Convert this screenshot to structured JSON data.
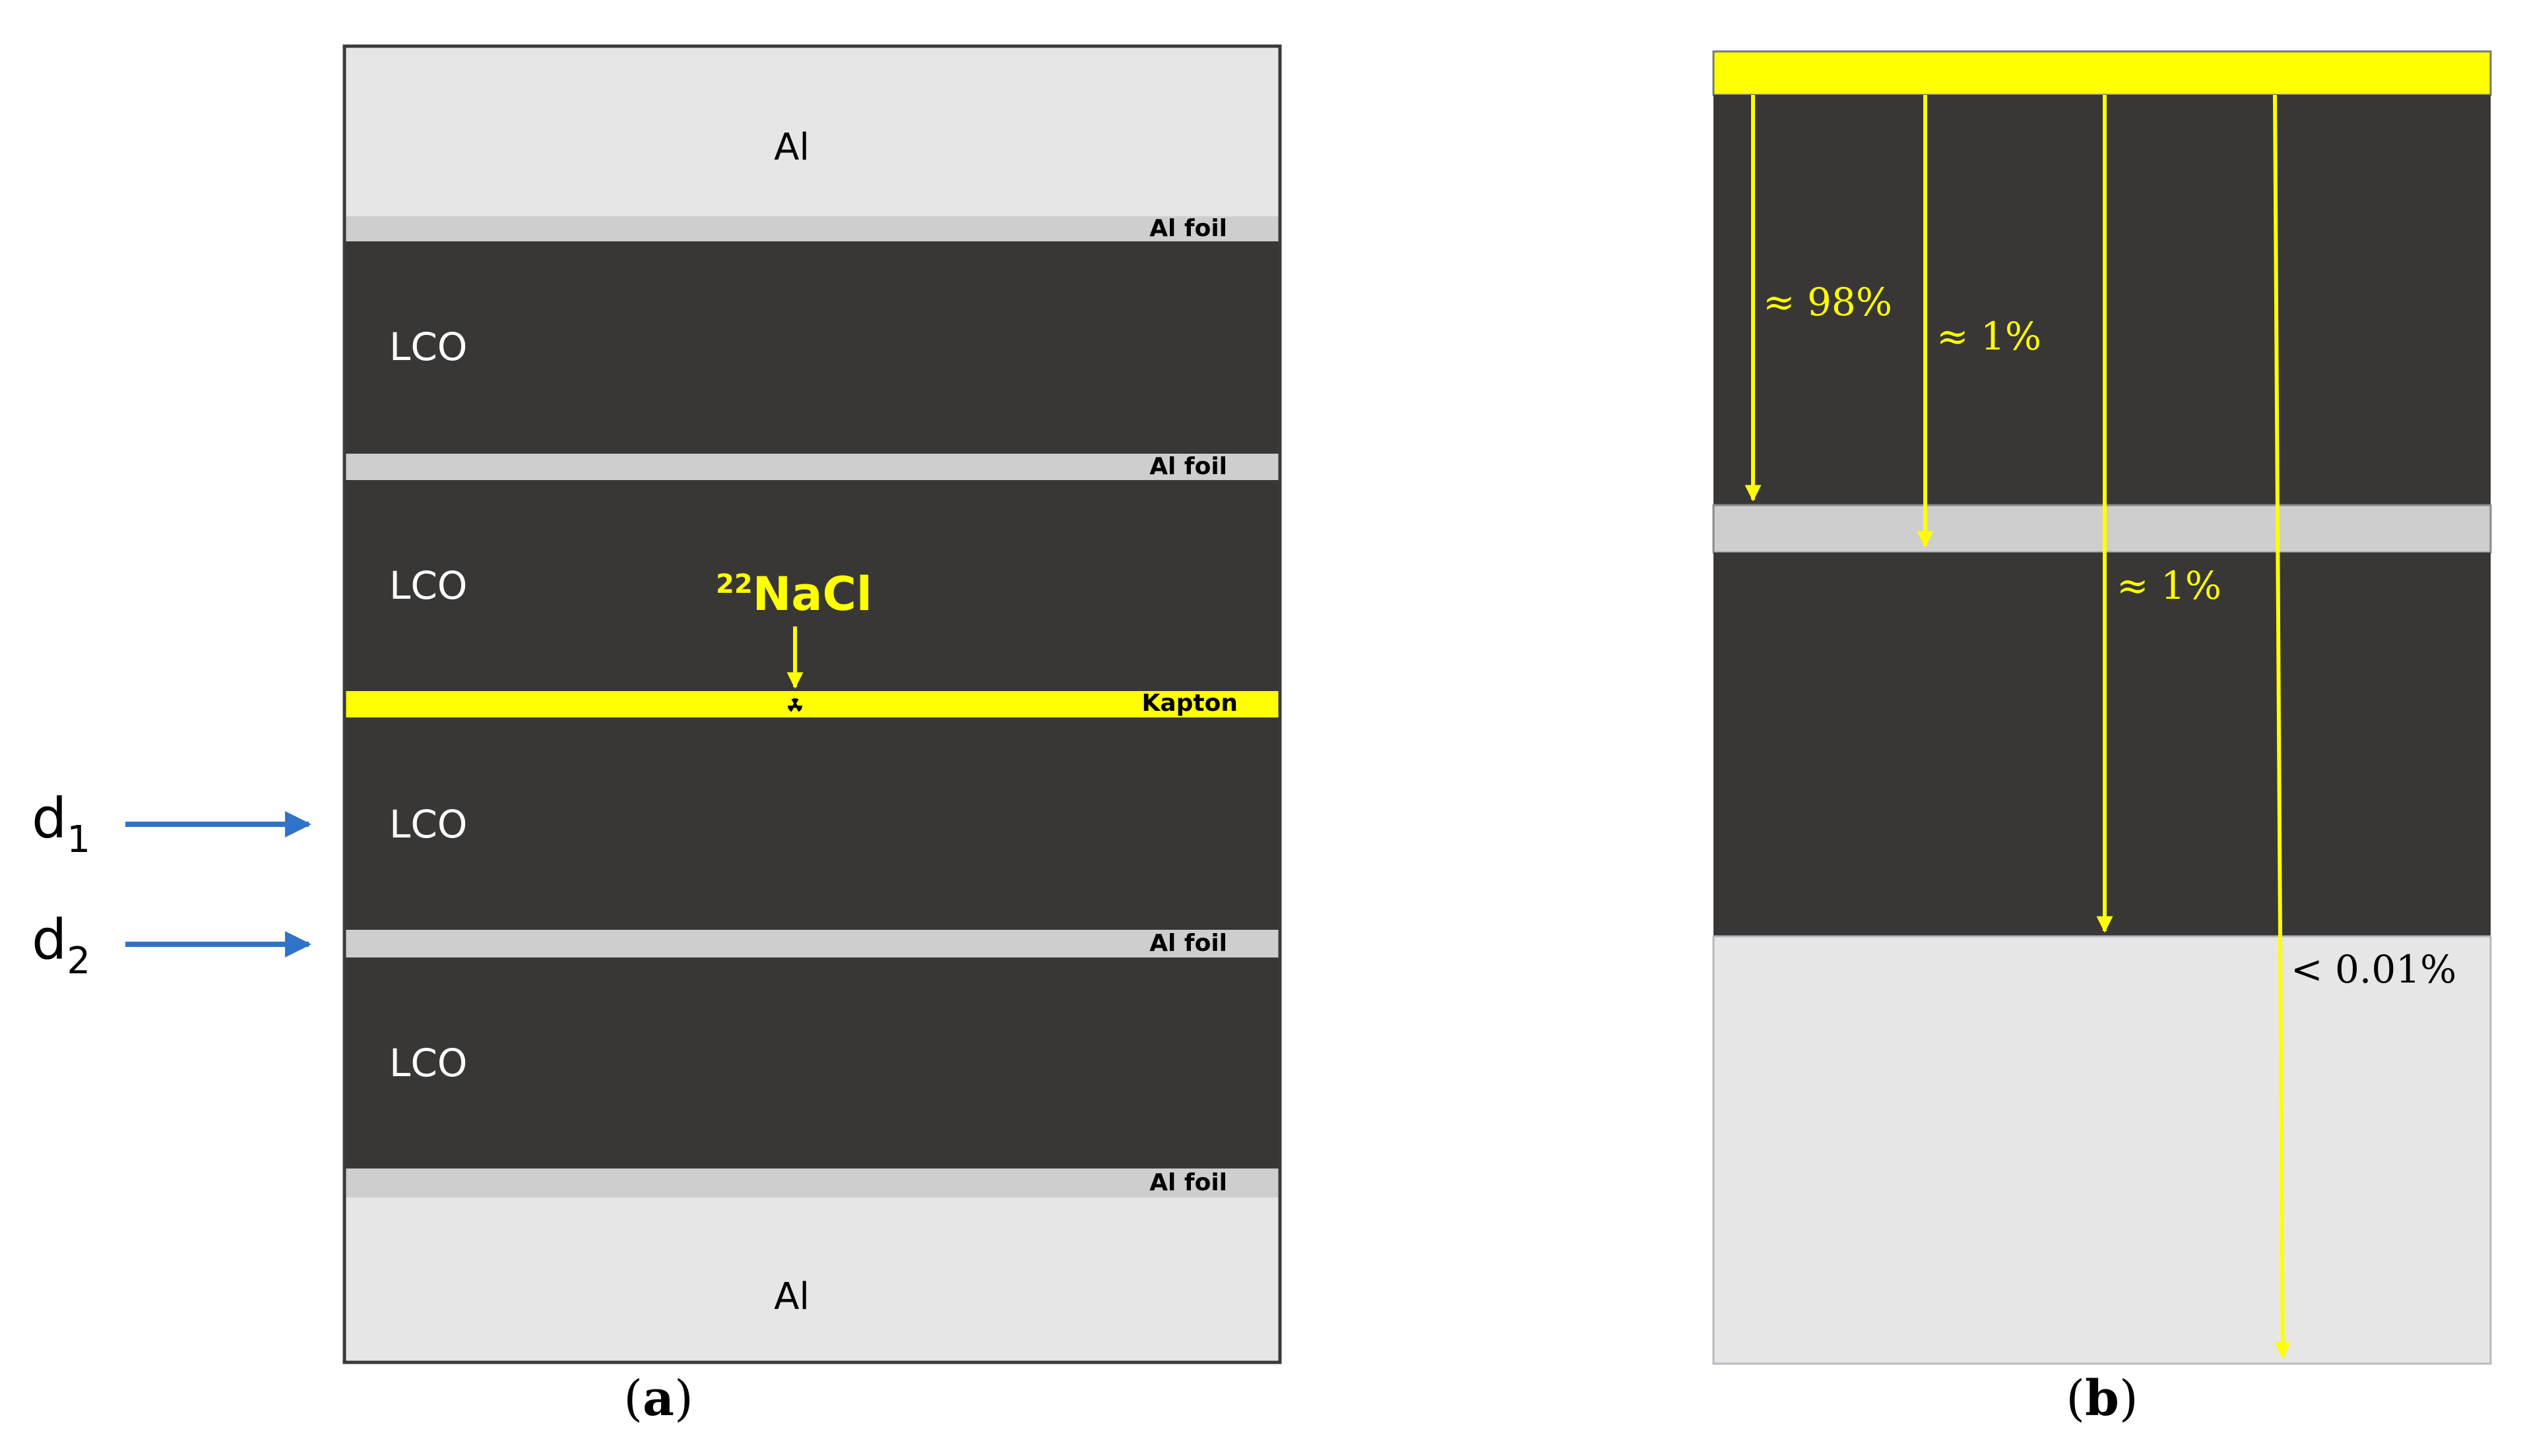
{
  "panel_a": {
    "layers": {
      "al_top": "Al",
      "foil_1": "Al foil",
      "lco_1": "LCO",
      "foil_2": "Al foil",
      "lco_2": "LCO",
      "source_label_sup": "22",
      "source_label_main": "NaCl",
      "kapton": "Kapton",
      "lco_3": "LCO",
      "foil_3": "Al foil",
      "lco_4": "LCO",
      "foil_4": "Al foil",
      "al_bottom": "Al"
    },
    "markers": {
      "d1_base": "d",
      "d1_sub": "1",
      "d2_base": "d",
      "d2_sub": "2"
    },
    "caption_letter": "a"
  },
  "panel_b": {
    "percentages": {
      "p1": "≈ 98%",
      "p2": "≈ 1%",
      "p3": "≈ 1%",
      "p4": "< 0.01%"
    },
    "caption_letter": "b"
  },
  "colors": {
    "dark_layer": "#383736",
    "light_al": "#e6e6e7",
    "foil_gray": "#cfcecf",
    "kapton_yellow": "#ffff00",
    "arrow_blue": "#2e74c8",
    "positron_yellow": "#ffff00"
  },
  "icons": {
    "source": "radiation-icon"
  }
}
